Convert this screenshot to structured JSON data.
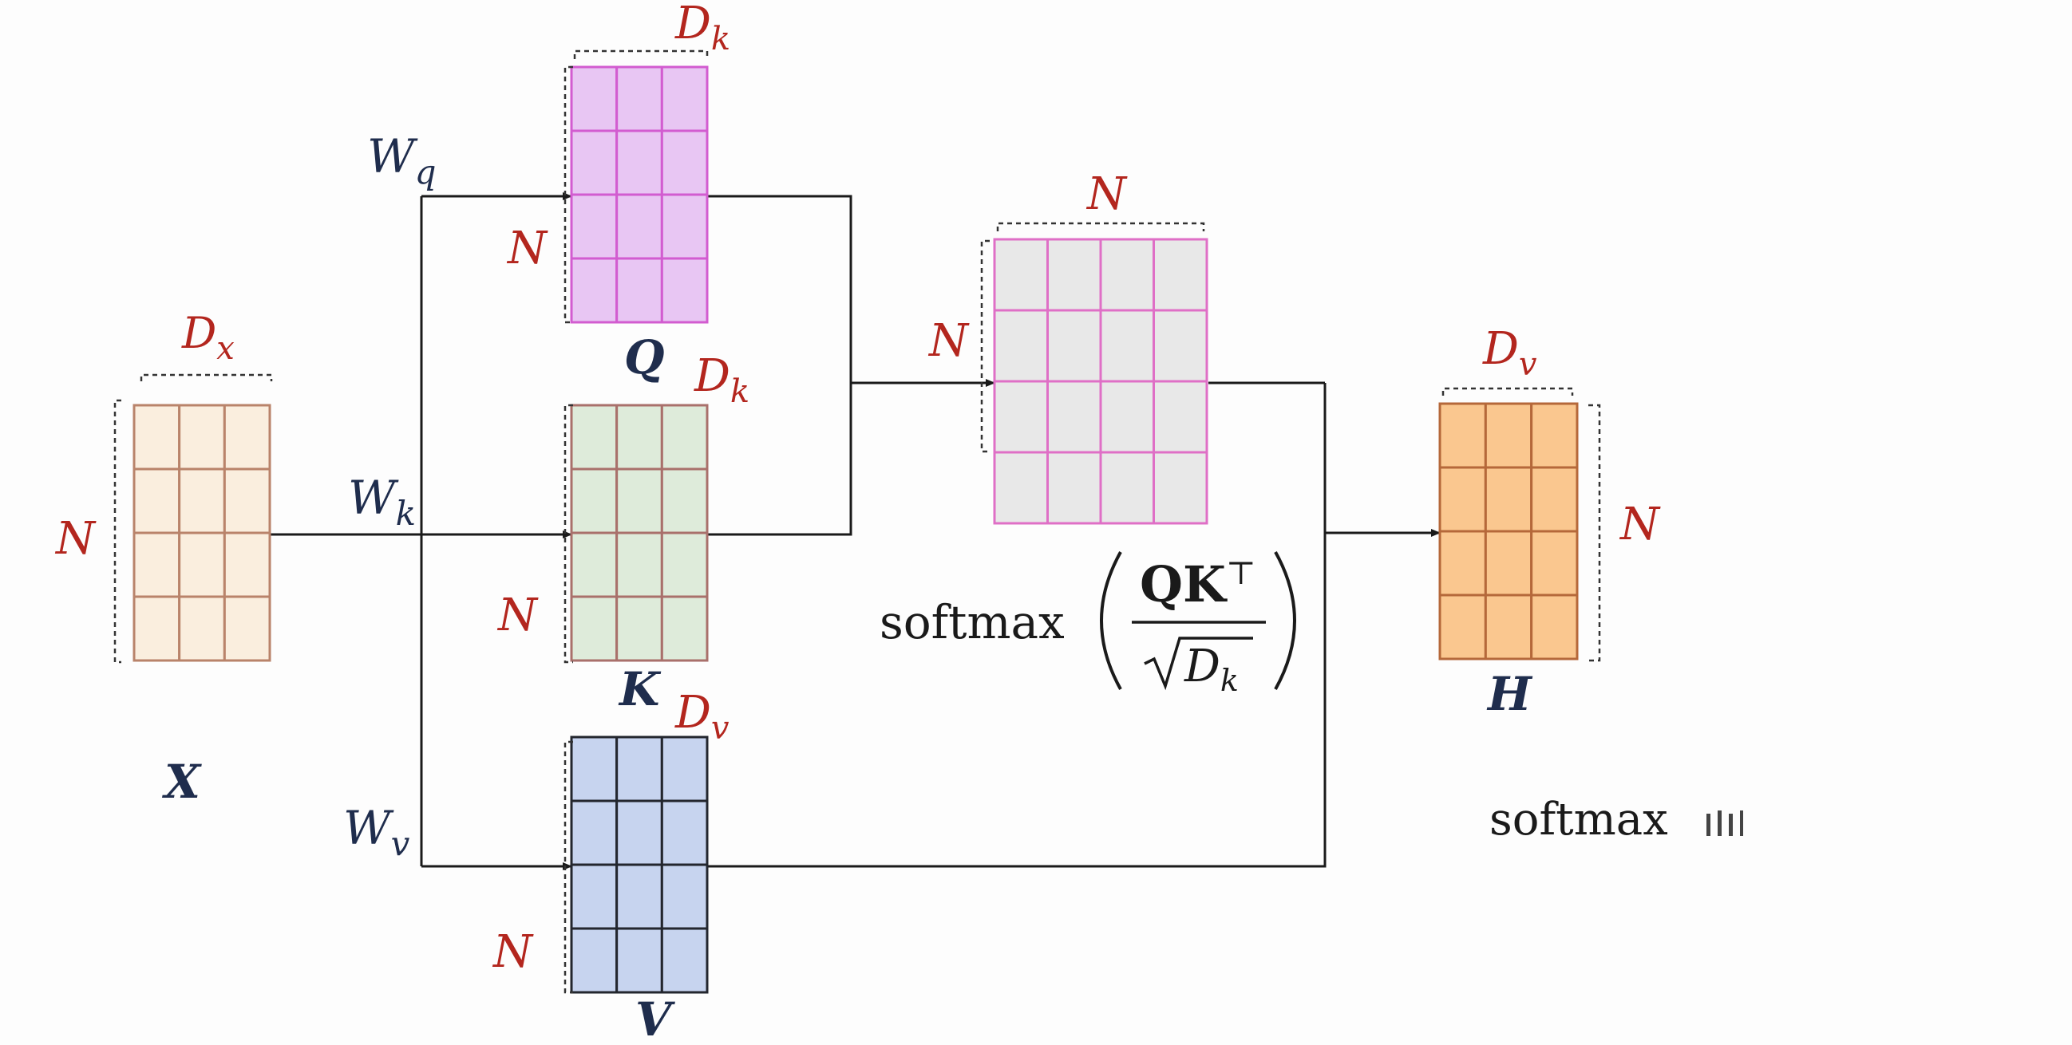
{
  "colors": {
    "accent_red": "#b3261e",
    "label_navy": "#1f2d4d",
    "line": "#1a1a1a",
    "x_fill": "#faeede",
    "x_stroke": "#b9836a",
    "q_fill": "#e8c6f3",
    "q_stroke": "#d25cd0",
    "k_fill": "#deebda",
    "k_stroke": "#a9706b",
    "v_fill": "#c7d4ef",
    "v_stroke": "#23262e",
    "s_fill": "#e8e8e8",
    "s_stroke": "#df6fc6",
    "h_fill": "#fac78f",
    "h_stroke": "#b5683a"
  },
  "matrices": {
    "x": {
      "name": "X",
      "cols_label_base": "D",
      "cols_label_sub": "x",
      "rows_label": "N",
      "grid": [
        4,
        3
      ]
    },
    "q": {
      "name": "Q",
      "cols_label_base": "D",
      "cols_label_sub": "k",
      "rows_label": "N",
      "grid": [
        4,
        3
      ]
    },
    "k": {
      "name": "K",
      "cols_label_base": "D",
      "cols_label_sub": "k",
      "rows_label": "N",
      "grid": [
        4,
        3
      ]
    },
    "v": {
      "name": "V",
      "cols_label_base": "D",
      "cols_label_sub": "v",
      "rows_label": "N",
      "grid": [
        4,
        3
      ]
    },
    "scores": {
      "cols_label": "N",
      "rows_label": "N",
      "grid": [
        4,
        4
      ]
    },
    "h": {
      "name": "H",
      "cols_label_base": "D",
      "cols_label_sub": "v",
      "rows_label": "N",
      "grid": [
        4,
        3
      ]
    }
  },
  "weights": {
    "wq": {
      "base": "W",
      "sub": "q"
    },
    "wk": {
      "base": "W",
      "sub": "k"
    },
    "wv": {
      "base": "W",
      "sub": "v"
    }
  },
  "formula": {
    "func": "softmax",
    "numerator": "QK",
    "numerator_sup": "⊤",
    "denominator_base": "D",
    "denominator_sub": "k"
  },
  "footer_text": "softmax"
}
